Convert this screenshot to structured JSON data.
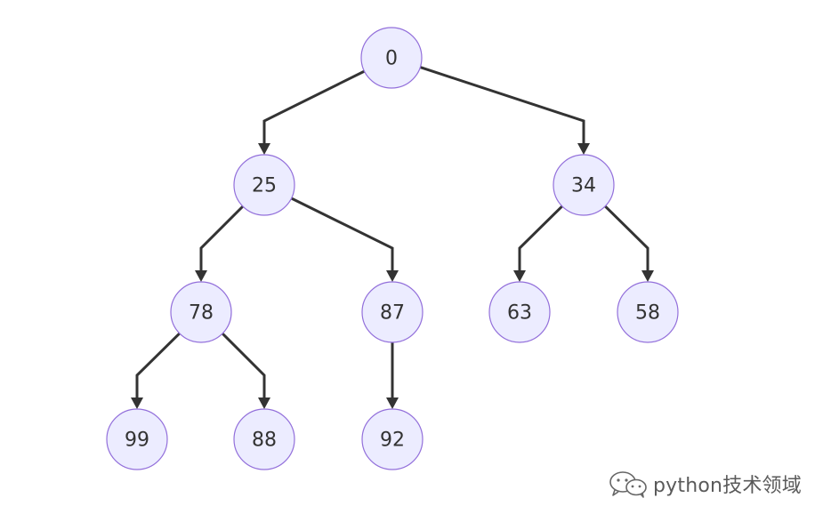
{
  "diagram": {
    "type": "binary-tree",
    "nodes": [
      {
        "id": "n0",
        "label": "0"
      },
      {
        "id": "n25",
        "label": "25"
      },
      {
        "id": "n34",
        "label": "34"
      },
      {
        "id": "n78",
        "label": "78"
      },
      {
        "id": "n87",
        "label": "87"
      },
      {
        "id": "n63",
        "label": "63"
      },
      {
        "id": "n58",
        "label": "58"
      },
      {
        "id": "n99",
        "label": "99"
      },
      {
        "id": "n88",
        "label": "88"
      },
      {
        "id": "n92",
        "label": "92"
      }
    ],
    "edges": [
      {
        "from": "n0",
        "to": "n25"
      },
      {
        "from": "n0",
        "to": "n34"
      },
      {
        "from": "n25",
        "to": "n78"
      },
      {
        "from": "n25",
        "to": "n87"
      },
      {
        "from": "n34",
        "to": "n63"
      },
      {
        "from": "n34",
        "to": "n58"
      },
      {
        "from": "n78",
        "to": "n99"
      },
      {
        "from": "n78",
        "to": "n88"
      },
      {
        "from": "n87",
        "to": "n92"
      }
    ],
    "colors": {
      "node_fill": "#ECECFF",
      "node_stroke": "#9370DB",
      "edge": "#333333",
      "text": "#333333"
    }
  },
  "watermark": {
    "text": "python技术领域",
    "icon": "wechat-icon"
  }
}
